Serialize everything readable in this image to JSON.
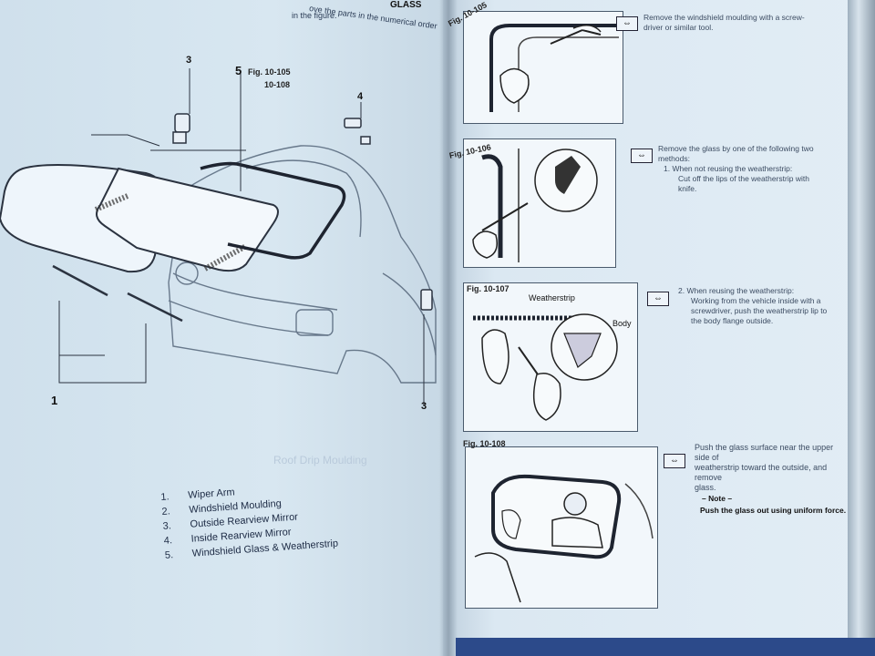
{
  "left_page": {
    "header_fragment": "GLASS",
    "intro_line1": "ove the parts in the numerical order",
    "intro_line2": "in the figure.",
    "figure_ref_line1": "Fig. 10-105",
    "figure_ref_line2": "10-108",
    "callouts": {
      "c1": "1",
      "c3": "3",
      "c4": "4",
      "c5": "5",
      "c3b": "3"
    },
    "legend": [
      {
        "num": "1.",
        "label": "Wiper Arm"
      },
      {
        "num": "2.",
        "label": "Windshield Moulding"
      },
      {
        "num": "3.",
        "label": "Outside Rearview Mirror"
      },
      {
        "num": "4.",
        "label": "Inside Rearview Mirror"
      },
      {
        "num": "5.",
        "label": "Windshield Glass & Weatherstrip"
      }
    ],
    "faded_heading": "Roof Drip Moulding"
  },
  "right_page": {
    "steps": [
      {
        "fig": "Fig. 10-105",
        "icon": "⇔",
        "lines": [
          "Remove the windshield moulding with a screw-",
          "driver or similar tool."
        ]
      },
      {
        "fig": "Fig. 10-106",
        "icon": "⇔",
        "lines": [
          "Remove the glass by one of the following two",
          "methods:",
          "1.  When not reusing the weatherstrip:",
          "Cut off the lips of the weatherstrip with",
          "knife."
        ]
      },
      {
        "fig": "Fig. 10-107",
        "icon": "⇔",
        "lines": [
          "2.  When reusing the weatherstrip:",
          "Working from the vehicle inside with a",
          "screwdriver, push the weatherstrip lip to",
          "the body flange outside."
        ],
        "labels": {
          "weatherstrip": "Weatherstrip",
          "body": "Body"
        }
      },
      {
        "fig": "Fig. 10-108",
        "icon": "⇔",
        "lines": [
          "Push the glass surface near the upper side of",
          "weatherstrip toward the outside, and remove",
          "glass."
        ],
        "note_head": "– Note –",
        "note_text": "Push the glass out using uniform force."
      }
    ]
  },
  "colors": {
    "page": "#d8e7f1",
    "ink": "#1c2a44",
    "strip": "#2c4a8a"
  }
}
